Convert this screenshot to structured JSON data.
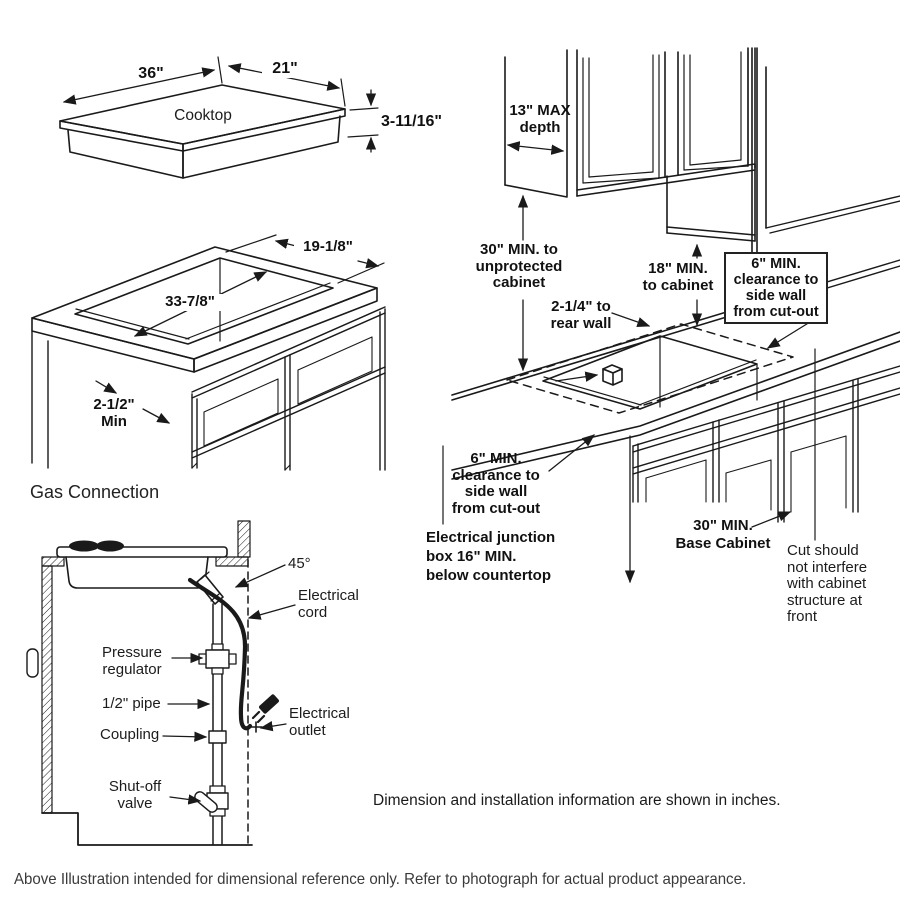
{
  "cooktop_diagram": {
    "width_label": "36\"",
    "depth_label": "21\"",
    "height_label": "3-11/16\"",
    "product_label": "Cooktop"
  },
  "cutout_diagram": {
    "cutout_depth_label": "19-1/8\"",
    "cutout_width_label": "33-7/8\"",
    "front_margin_label": "2-1/2\"\nMin"
  },
  "gas_connection": {
    "heading": "Gas Connection",
    "angle_label": "45°",
    "cord_label": "Electrical\ncord",
    "regulator_label": "Pressure\nregulator",
    "pipe_label": "1/2\" pipe",
    "coupling_label": "Coupling",
    "outlet_label": "Electrical\noutlet",
    "valve_label": "Shut-off\nvalve"
  },
  "installation_diagram": {
    "max_depth_label": "13\" MAX\ndepth",
    "unprotected_cabinet_label": "30\" MIN. to\nunprotected\ncabinet",
    "to_cabinet_label": "18\" MIN.\nto cabinet",
    "side_wall_boxed_label": "6\" MIN.\nclearance to\nside wall\nfrom cut-out",
    "rear_wall_label": "2-1/4\" to\nrear wall",
    "side_wall_left_label": "6\" MIN.\nclearance to\nside wall\nfrom cut-out",
    "junction_box_label": "Electrical junction\nbox 16\" MIN.\nbelow countertop",
    "base_cabinet_label": "30\" MIN.\nBase Cabinet",
    "cut_note_label": "Cut should\nnot interfere\nwith cabinet\nstructure at\nfront"
  },
  "notes": {
    "units_note": "Dimension and installation information are shown in inches.",
    "footer_note": "Above Illustration intended for dimensional reference only. Refer to photograph for actual product appearance."
  },
  "colors": {
    "line": "#1a1a1a",
    "text": "#111111",
    "background": "#ffffff"
  }
}
